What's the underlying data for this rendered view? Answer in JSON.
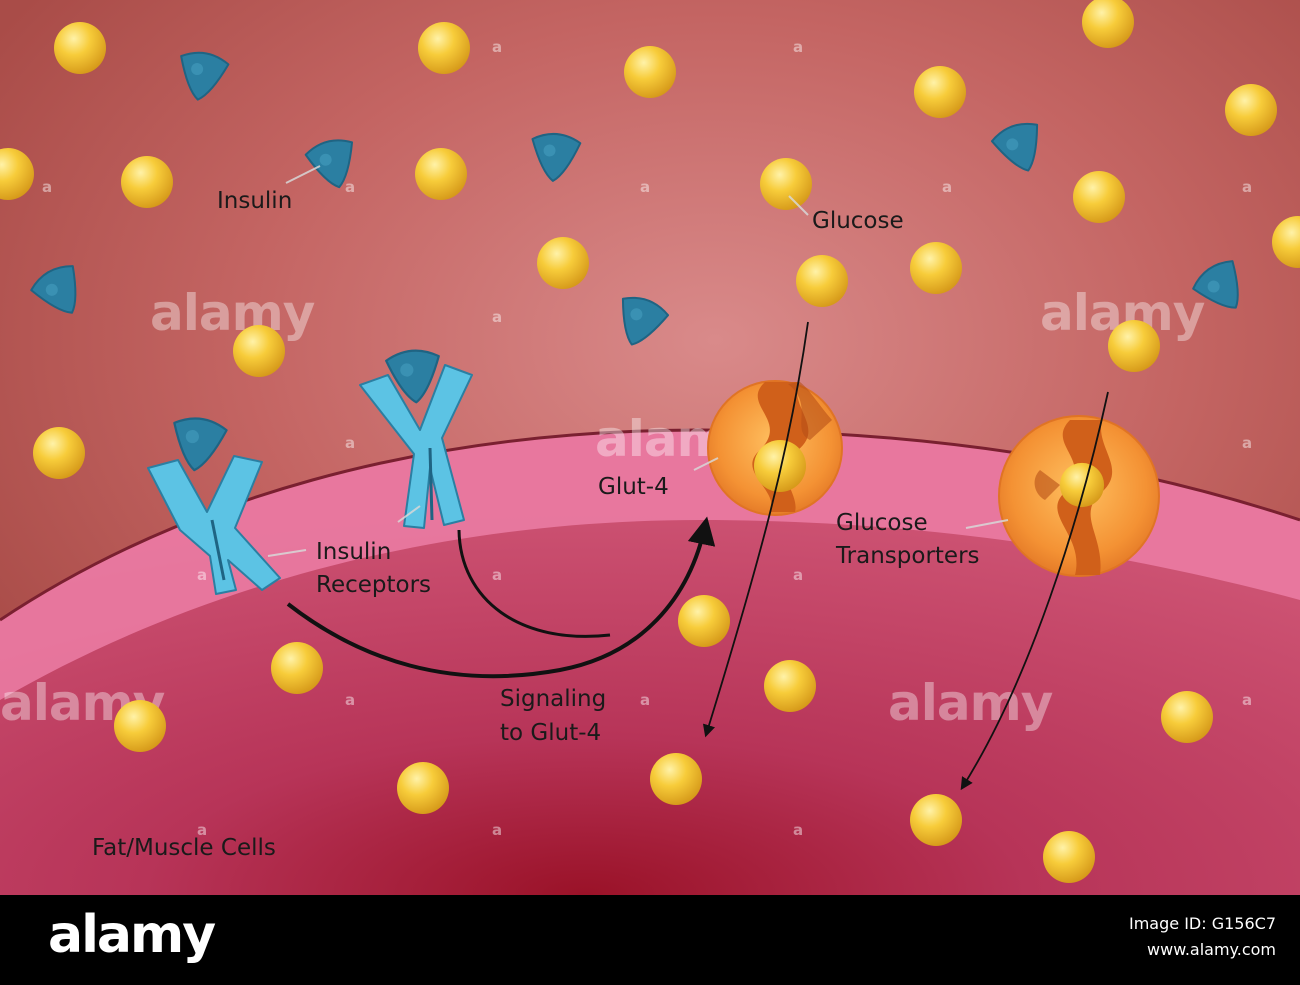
{
  "labels": {
    "insulin": "Insulin",
    "glucose": "Glucose",
    "glut4": "Glut-4",
    "insulin_receptors": [
      "Insulin",
      "Receptors"
    ],
    "glucose_transporters": [
      "Glucose",
      "Transporters"
    ],
    "signaling": [
      "Signaling",
      "to Glut-4"
    ],
    "cells": "Fat/Muscle Cells"
  },
  "watermark": {
    "text": "alamy",
    "letter": "a"
  },
  "footer": {
    "logo": "alamy",
    "image_id": "Image ID: G156C7",
    "site": "www.alamy.com"
  },
  "colors": {
    "extracellular": "#c0605c",
    "cell": "#c24668",
    "membrane": "#f08ab0",
    "glucose": "#f5c330",
    "insulin": "#2c7ea0",
    "receptor": "#5cc0e0",
    "transporter": "#f08830"
  }
}
